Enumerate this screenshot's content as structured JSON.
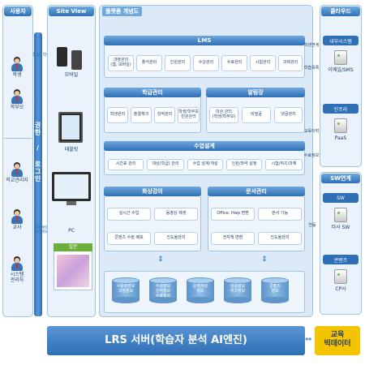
{
  "users": {
    "title": "사용자",
    "group1": [
      "학생",
      "학부모"
    ],
    "group2": [
      "학교관리자",
      "교사",
      "시스템\n관리자"
    ],
    "login_label": "권한 / 로그인",
    "side_top": "통교, 학습",
    "side_mid": "수업계열\n관련메뉴"
  },
  "site_view": {
    "title": "Site View",
    "devices": [
      "모바일",
      "태블릿",
      "PC"
    ],
    "survey": "설문"
  },
  "platform": {
    "title": "플랫폼 개념도",
    "lms": {
      "title": "LMS",
      "items": [
        "과정관리\n(웹, 모바일)",
        "출석관리",
        "인원관리",
        "수강관리",
        "수료관리",
        "시험관리",
        "과제관리"
      ]
    },
    "school": {
      "title": "학급관리",
      "items": [
        "학생관리",
        "출결체크",
        "성적관리",
        "학생/학부모\n민원관리"
      ]
    },
    "notice": {
      "title": "알림장",
      "items": [
        "대상 관리\n(학생/학부모)",
        "비밀글",
        "댓글관리"
      ]
    },
    "class_design": {
      "title": "수업설계",
      "items": [
        "시간표 관리",
        "대상(학급) 관리",
        "수업 설계/개설",
        "인원/좌석 설정",
        "시험/퀴즈/과제"
      ]
    },
    "video": {
      "title": "화상강의",
      "items": [
        "실시간 수업",
        "동영상 재생",
        "콘텐츠 수정 배포",
        "진도율관리"
      ]
    },
    "document": {
      "title": "문서관리",
      "items": [
        "Office, Hwp 변환",
        "판서 기능",
        "전자책 변환",
        "진도율관리"
      ]
    },
    "databases": [
      "사용자정보\n과정정보",
      "수강정보\n성적정보\n수료정보",
      "운영자원\n정보",
      "설문정보\n퀴즈정보",
      "콘텐츠\n정보"
    ]
  },
  "side_labels": [
    "학생연계",
    "학습목록",
    "교육이력",
    "수료정보",
    "연동"
  ],
  "cloud": {
    "title": "클라우드",
    "internal": "내부시스템",
    "internal_item": "이메일/SMS",
    "infra": "인프라",
    "infra_item": "PaaS"
  },
  "sw_link": {
    "title": "SW연계",
    "sw": "SW",
    "sw_item": "타사 SW",
    "contents": "콘텐츠",
    "contents_item": "CP사"
  },
  "lrs": "LRS 서버(학습자 분석 AI엔진)",
  "bigdata": "교육\n빅데이터"
}
